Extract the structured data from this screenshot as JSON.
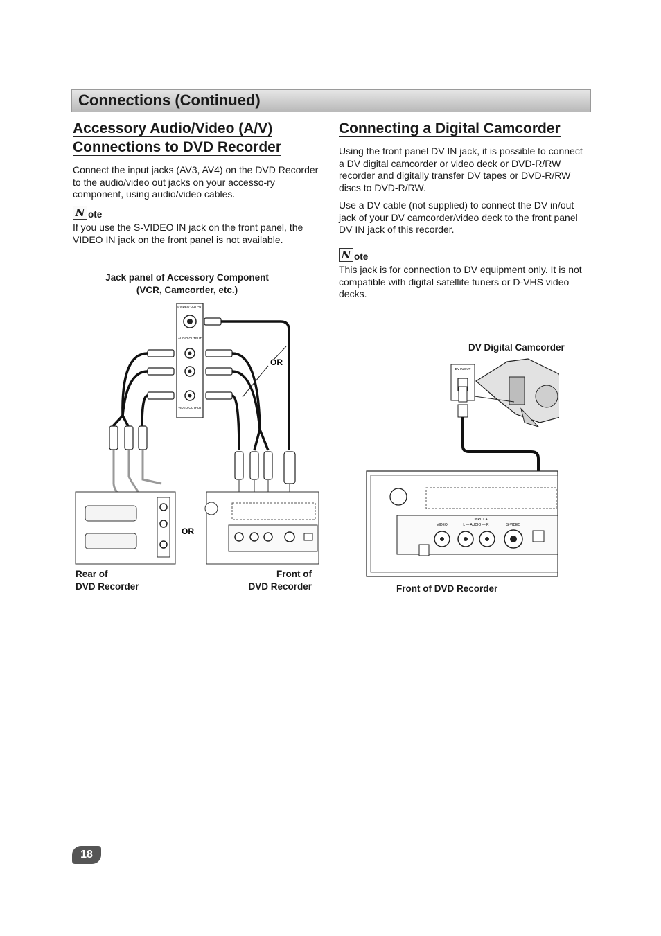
{
  "section": {
    "title": "Connections (Continued)"
  },
  "left": {
    "heading_line1": "Accessory Audio/Video (A/V)",
    "heading_line2": "Connections to DVD Recorder",
    "paragraph": "Connect the input jacks (AV3, AV4) on the DVD Recorder to the audio/video out jacks on your accesso-ry component, using audio/video cables.",
    "note_letter": "N",
    "note_label": "ote",
    "note_text": "If you use the S-VIDEO IN jack on the front panel, the VIDEO IN jack on the front panel is not available.",
    "diagram": {
      "caption_line1": "Jack panel of Accessory Component",
      "caption_line2": "(VCR, Camcorder, etc.)",
      "s_video_output": "S-VIDEO OUTPUT",
      "audio_output": "AUDIO OUTPUT",
      "video_output": "VIDEO OUTPUT",
      "or_upper": "OR",
      "or_lower": "OR",
      "rear_label_line1": "Rear of",
      "rear_label_line2": "DVD Recorder",
      "front_label_line1": "Front of",
      "front_label_line2": "DVD Recorder"
    }
  },
  "right": {
    "heading": "Connecting a Digital Camcorder",
    "paragraph1": "Using the front panel DV IN jack, it is possible to connect a DV digital camcorder or video deck or DVD-R/RW recorder and digitally transfer DV tapes or DVD-R/RW discs to DVD-R/RW.",
    "paragraph2": "Use a DV cable (not supplied) to connect the DV in/out jack of your DV camcorder/video deck to the front panel DV IN jack of this recorder.",
    "note_letter": "N",
    "note_label": "ote",
    "note_text": "This jack is for connection to DV equipment only. It is not compatible with digital satellite tuners or D-VHS video decks.",
    "diagram": {
      "camcorder_label": "DV Digital Camcorder",
      "dv_inout": "DV IN/OUT",
      "input_label": "INPUT 4",
      "video_label": "VIDEO",
      "audio_label": "L — AUDIO — R",
      "svideo_label": "S-VIDEO",
      "front_label": "Front of DVD Recorder"
    }
  },
  "page_number": "18"
}
